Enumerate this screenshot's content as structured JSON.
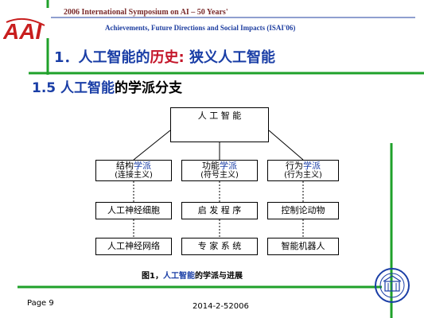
{
  "header": {
    "line1": "2006 International Symposium on AI – 50 Years'",
    "line2": "Achievements, Future Directions and Social Impacts (ISAI'06)",
    "logo_text": "AAI"
  },
  "title": {
    "prefix": "1．人工智能",
    "mid": "的",
    "red": "历史:",
    "suffix": " 狭义人工智能"
  },
  "subtitle": {
    "num": "1.5",
    "blue": "人工智能",
    "rest": "的学派分支"
  },
  "diagram": {
    "root": "人 工 智 能",
    "schools": [
      {
        "name": "结构",
        "name_accent": "学派",
        "alias": "(连接主义)"
      },
      {
        "name": "功能",
        "name_accent": "学派",
        "alias": "(符号主义)"
      },
      {
        "name": "行为",
        "name_accent": "学派",
        "alias": "(行为主义)"
      }
    ],
    "methods": [
      "人工神经细胞",
      "启 发 程 序",
      "控制论动物"
    ],
    "results": [
      "人工神经网络",
      "专 家 系 统",
      "智能机器人"
    ]
  },
  "caption": {
    "prefix": "图1，",
    "blue": "人工智能",
    "rest": "的学派与进展"
  },
  "footer": {
    "page": "Page 9",
    "date": "2014-2-52006"
  },
  "colors": {
    "blue": "#1a3ea6",
    "red": "#c4162a",
    "green": "#1fa12a",
    "logo_red": "#c81e1e",
    "header_red": "#7a2a2a"
  }
}
